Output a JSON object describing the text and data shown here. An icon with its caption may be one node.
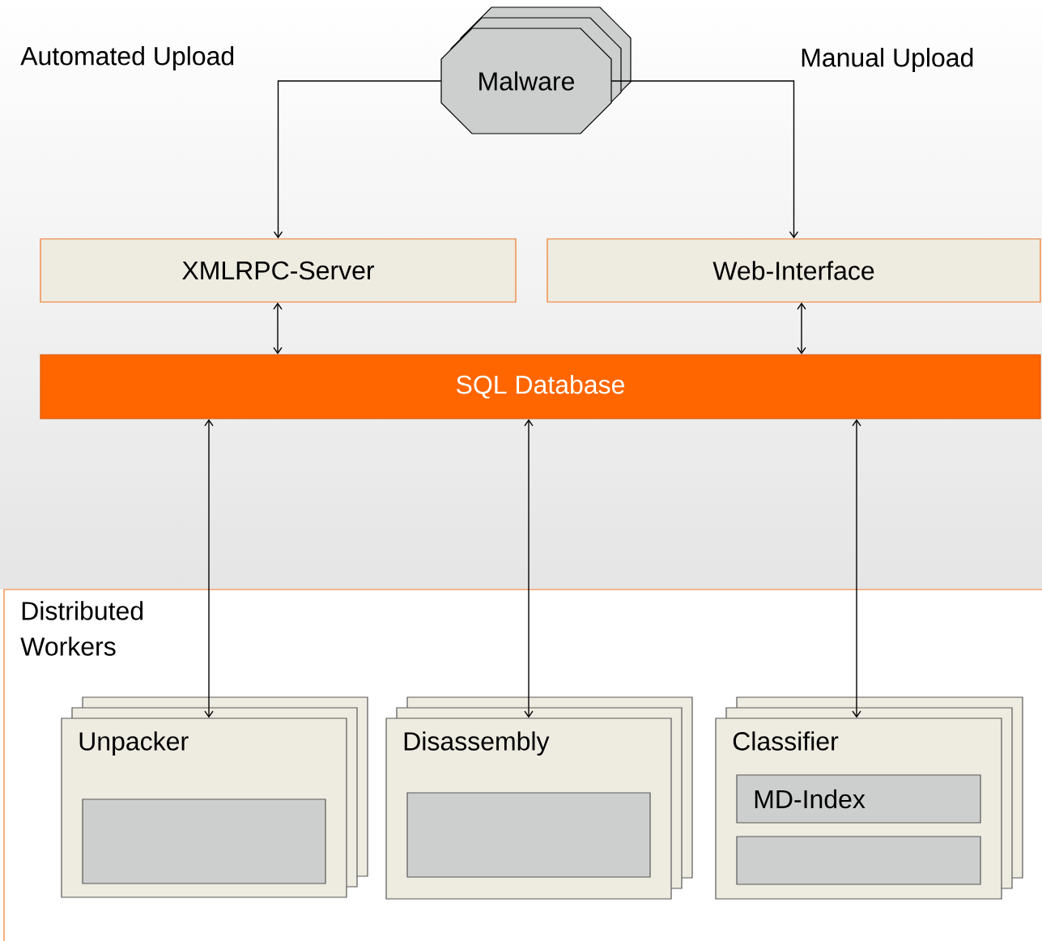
{
  "diagram": {
    "nodes": [
      {
        "text": [
          "Malware"
        ]
      },
      {
        "text": [
          "XMLRPC-Server"
        ]
      },
      {
        "text": [
          "Web-Interface"
        ]
      },
      {
        "text": [
          "SQL Database"
        ]
      },
      {
        "text": [
          "Distributed Workers"
        ]
      },
      {
        "text": [
          "Unpacker"
        ],
        "in": 4
      },
      {
        "text": [],
        "shape": "box",
        "in": 5
      },
      {
        "text": [
          "Disassembly"
        ],
        "in": 4
      },
      {
        "text": [],
        "shape": "box",
        "in": 7
      },
      {
        "text": [
          "Classifier"
        ],
        "in": 4
      },
      {
        "text": [
          "MD-Index"
        ],
        "in": 9
      },
      {
        "text": [],
        "shape": "box",
        "in": 9
      }
    ],
    "edges": [
      {
        "from": 0,
        "to": 1,
        "arrow": "to"
      },
      {
        "from": 0,
        "to": 2,
        "arrow": "to"
      },
      {
        "from": 1,
        "to": 3,
        "arrow": "both"
      },
      {
        "from": 2,
        "to": 3,
        "arrow": "both"
      },
      {
        "from": 3,
        "to": 5,
        "arrow": "both"
      },
      {
        "from": 3,
        "to": 7,
        "arrow": "both"
      },
      {
        "from": 3,
        "to": 9,
        "arrow": "both"
      }
    ],
    "labels": [
      "Automated Upload",
      "Manual Upload"
    ]
  }
}
